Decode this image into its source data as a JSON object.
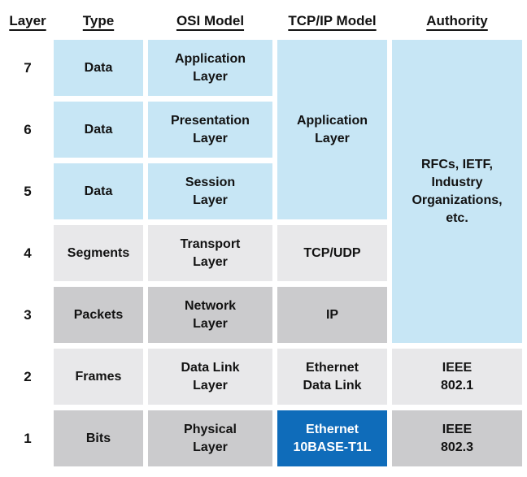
{
  "title": "OSI Model vs TCP/IP Model layer comparison table",
  "colors": {
    "light-blue": "#C7E6F5",
    "light-gray": "#E8E8EA",
    "dark-gray": "#CBCBCD",
    "accent-blue": "#0F6CBA",
    "text": "#121212",
    "text-on-accent": "#FFFFFF",
    "background": "#FFFFFF"
  },
  "header": {
    "layer": "Layer",
    "type": "Type",
    "osi": "OSI Model",
    "tcpip": "TCP/IP Model",
    "authority": "Authority"
  },
  "rows": [
    {
      "layer": "7",
      "type": "Data",
      "osi": "Application\nLayer"
    },
    {
      "layer": "6",
      "type": "Data",
      "osi": "Presentation\nLayer"
    },
    {
      "layer": "5",
      "type": "Data",
      "osi": "Session\nLayer"
    },
    {
      "layer": "4",
      "type": "Segments",
      "osi": "Transport\nLayer",
      "tcpip": "TCP/UDP"
    },
    {
      "layer": "3",
      "type": "Packets",
      "osi": "Network\nLayer",
      "tcpip": "IP"
    },
    {
      "layer": "2",
      "type": "Frames",
      "osi": "Data Link\nLayer",
      "tcpip": "Ethernet\nData Link",
      "authority": "IEEE\n802.1"
    },
    {
      "layer": "1",
      "type": "Bits",
      "osi": "Physical\nLayer",
      "tcpip": "Ethernet\n10BASE-T1L",
      "authority": "IEEE\n802.3"
    }
  ],
  "merged": {
    "tcpip_application": "Application\nLayer",
    "authority_rfcs": "RFCs, IETF,\nIndustry\nOrganizations,\netc."
  }
}
